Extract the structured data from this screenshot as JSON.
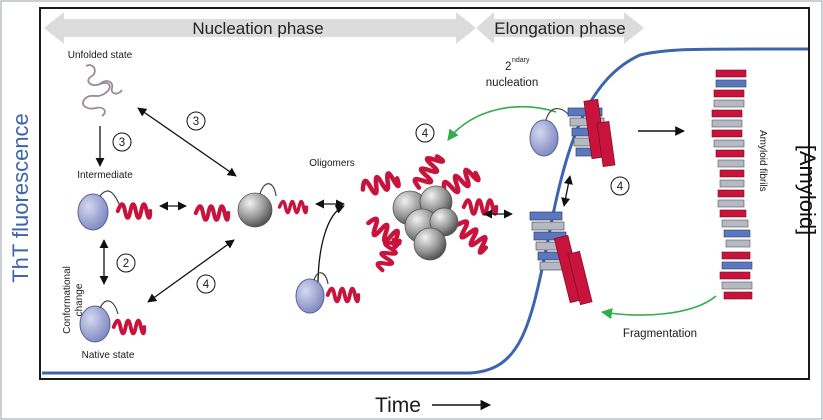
{
  "phases": {
    "nucleation": "Nucleation phase",
    "elongation": "Elongation phase"
  },
  "axes": {
    "x_label": "Time",
    "y_left": "ThT fluorescence",
    "y_right": "[Amyloid]"
  },
  "states": {
    "unfolded": "Unfolded state",
    "intermediate": "Intermediate",
    "native": "Native state",
    "conformational_line1": "Conformational",
    "conformational_line2": "change",
    "oligomers": "Oligomers",
    "secondary_base": "2",
    "secondary_sup": "ndary",
    "secondary_word": "nucleation",
    "fragmentation": "Fragmentation",
    "amyloid_fibrils": "Amyloid fibrils"
  },
  "steps": {
    "s3a": "3",
    "s3b": "3",
    "s2": "2",
    "s4a": "4",
    "s4b": "4",
    "s4c": "4"
  },
  "colors": {
    "curve": "#3e64ae",
    "helix": "#c8143c",
    "globule": "#9aa4d4",
    "sphere": "#8c8c8c",
    "strand_blue": "#5b78bf",
    "strand_gray": "#b4b9c4",
    "green_arrow": "#2fae4a",
    "phase_band": "#dcdcdc",
    "frame": "#1a1a1a"
  }
}
